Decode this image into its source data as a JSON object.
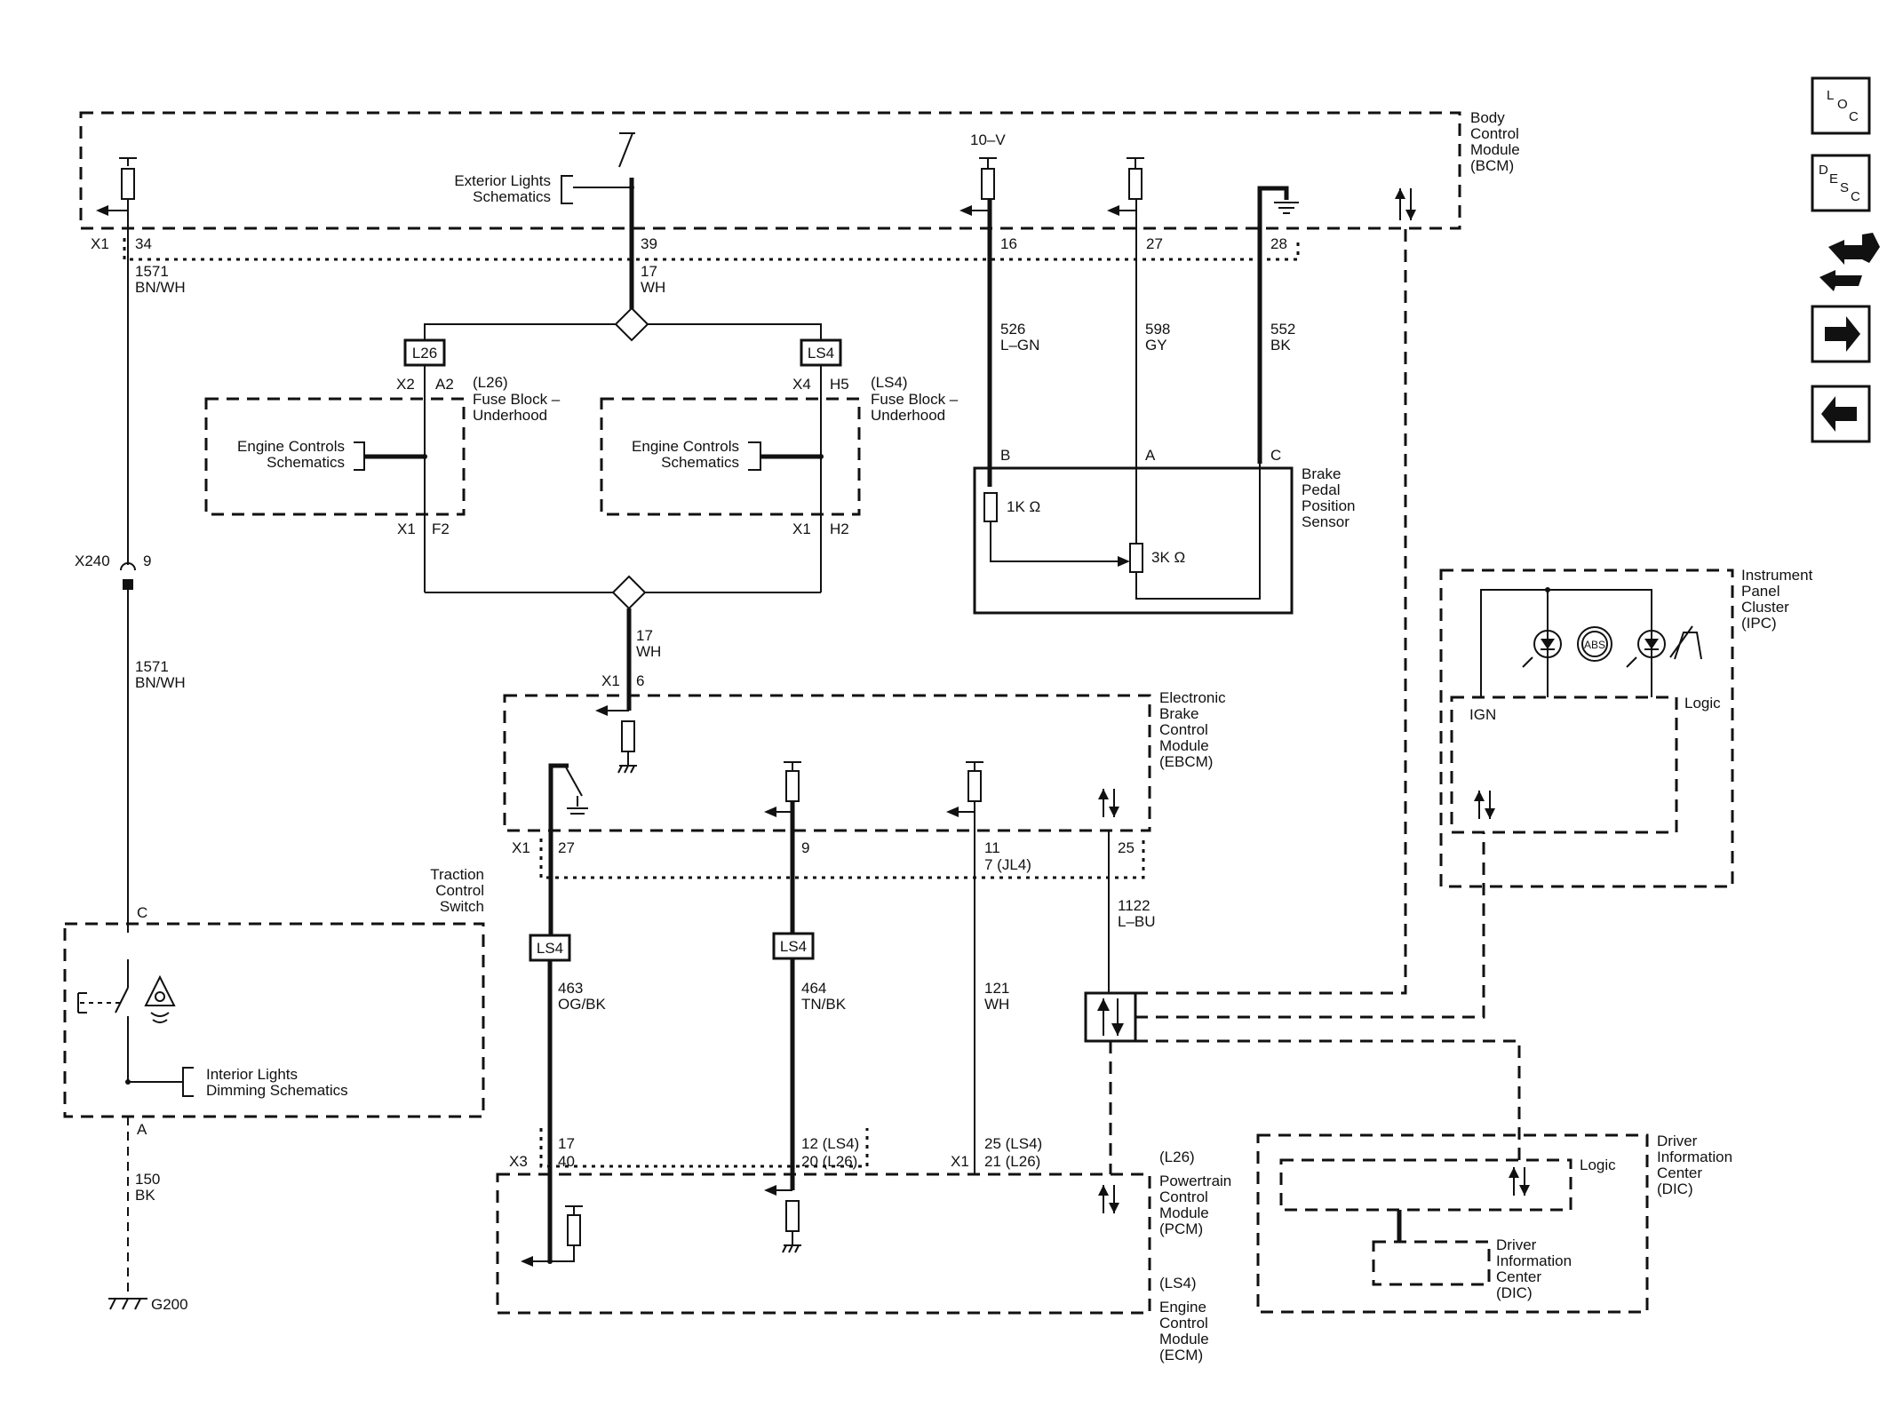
{
  "modules": {
    "bcm": [
      "Body",
      "Control",
      "Module",
      "(BCM)"
    ],
    "bpps": [
      "Brake",
      "Pedal",
      "Position",
      "Sensor"
    ],
    "ipc": [
      "Instrument",
      "Panel",
      "Cluster",
      "(IPC)"
    ],
    "ebcm": [
      "Electronic",
      "Brake",
      "Control",
      "Module",
      "(EBCM)"
    ],
    "tcs": [
      "Traction",
      "Control",
      "Switch"
    ],
    "pcm": [
      "(L26)",
      "Powertrain",
      "Control",
      "Module",
      "(PCM)"
    ],
    "ecm": [
      "(LS4)",
      "Engine",
      "Control",
      "Module",
      "(ECM)"
    ],
    "dic": [
      "Driver",
      "Information",
      "Center",
      "(DIC)"
    ],
    "dic_inner": [
      "Driver",
      "Information",
      "Center",
      "(DIC)"
    ]
  },
  "refs": {
    "exterior_lights": [
      "Exterior Lights",
      "Schematics"
    ],
    "engine_controls_l26": [
      "Engine Controls",
      "Schematics"
    ],
    "engine_controls_ls4": [
      "Engine Controls",
      "Schematics"
    ],
    "interior_lights": [
      "Interior Lights",
      "Dimming Schematics"
    ],
    "fuse_l26": [
      "(L26)",
      "Fuse Block –",
      "Underhood"
    ],
    "fuse_ls4": [
      "(LS4)",
      "Fuse Block –",
      "Underhood"
    ]
  },
  "labels": {
    "logic_ipc": "Logic",
    "logic_dic": "Logic",
    "ign": "IGN",
    "ten_v": "10–V",
    "r1k": "1K Ω",
    "r3k": "3K Ω",
    "ground_g200": "G200",
    "abs": "ABS",
    "l26": "L26",
    "ls4": "LS4"
  },
  "connectors": {
    "x1": "X1",
    "x2": "X2",
    "x3": "X3",
    "x4": "X4",
    "x240": "X240",
    "p34": "34",
    "p39": "39",
    "p16": "16",
    "p27": "27",
    "p28": "28",
    "a2": "A2",
    "h5": "H5",
    "f2": "F2",
    "h2": "H2",
    "p9": "9",
    "p6": "6",
    "e27": "27",
    "e9": "9",
    "e11": "11",
    "e7": "7 (JL4)",
    "e25": "25",
    "m17": "17",
    "m40": "40",
    "m12": "12 (LS4)",
    "m20": "20 (L26)",
    "m25": "25 (LS4)",
    "m21": "21 (L26)",
    "sB": "B",
    "sA": "A",
    "sC": "C",
    "tC": "C",
    "tA": "A"
  },
  "wires": {
    "w1571a": [
      "1571",
      "BN/WH"
    ],
    "w17a": [
      "17",
      "WH"
    ],
    "w526": [
      "526",
      "L–GN"
    ],
    "w598": [
      "598",
      "GY"
    ],
    "w552": [
      "552",
      "BK"
    ],
    "w1571b": [
      "1571",
      "BN/WH"
    ],
    "w17b": [
      "17",
      "WH"
    ],
    "w1122": [
      "1122",
      "L–BU"
    ],
    "w463": [
      "463",
      "OG/BK"
    ],
    "w464": [
      "464",
      "TN/BK"
    ],
    "w121": [
      "121",
      "WH"
    ],
    "w150": [
      "150",
      "BK"
    ]
  },
  "nav": {
    "loc": [
      "L",
      "O",
      "C"
    ],
    "desc": [
      "D",
      "E",
      "S",
      "C"
    ],
    "icons": [
      "location-icon",
      "description-icon",
      "diagnostic-icon",
      "next-arrow-icon",
      "previous-arrow-icon"
    ]
  }
}
